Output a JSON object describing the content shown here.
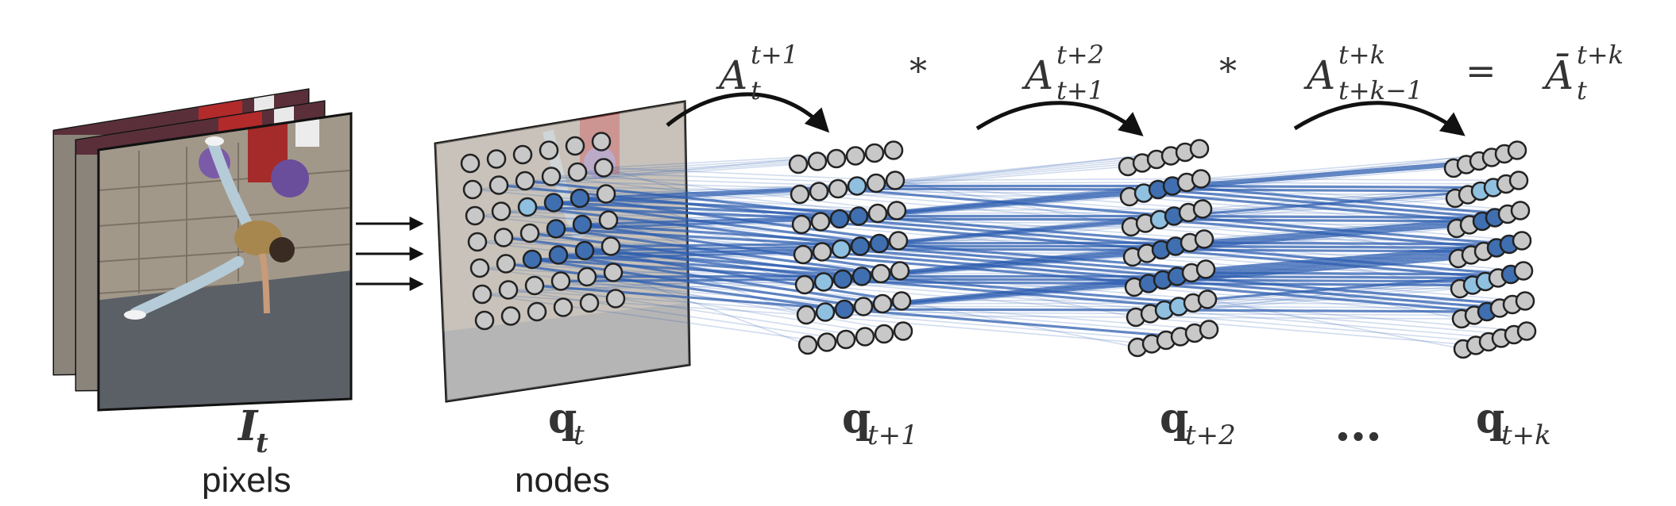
{
  "labels": {
    "frames_symbol": "I",
    "frames_sub": "t",
    "pixels": "pixels",
    "nodes": "nodes",
    "q": "q",
    "q_t_sub": "t",
    "q_t1_sub": "t+1",
    "q_t2_sub": "t+2",
    "q_tk_sub": "t+k",
    "ellipsis": "…"
  },
  "equation": {
    "A": "A",
    "Abar": "Ā",
    "term1_sup": "t+1",
    "term1_sub": "t",
    "term2_sup": "t+2",
    "term2_sub": "t+1",
    "term3_sup": "t+k",
    "term3_sub": "t+k−1",
    "result_sup": "t+k",
    "result_sub": "t",
    "op1": "*",
    "op2": "*",
    "equals": "="
  },
  "colors": {
    "node_fill": "#c8c8c8",
    "node_stroke": "#222222",
    "active_dark": "#3f6fb0",
    "active_light": "#8fc0e0",
    "edge_blue": "#2f5fb0",
    "arrow": "#111111"
  },
  "icons": {
    "transition_arrow": "curved-arrow-icon",
    "input_arrow": "right-arrow-icon"
  },
  "grids": {
    "q_t": {
      "rows": 7,
      "cols": 6,
      "active_dark": [
        [
          2,
          3
        ],
        [
          2,
          4
        ],
        [
          3,
          3
        ],
        [
          3,
          4
        ],
        [
          4,
          2
        ],
        [
          4,
          3
        ],
        [
          4,
          4
        ]
      ],
      "active_light": [
        [
          2,
          2
        ]
      ]
    },
    "q_t1": {
      "rows": 7,
      "cols": 6,
      "active_dark": [
        [
          2,
          2
        ],
        [
          2,
          3
        ],
        [
          3,
          3
        ],
        [
          3,
          4
        ],
        [
          4,
          2
        ],
        [
          4,
          3
        ],
        [
          5,
          2
        ]
      ],
      "active_light": [
        [
          1,
          3
        ],
        [
          3,
          2
        ],
        [
          4,
          1
        ],
        [
          5,
          1
        ]
      ]
    },
    "q_t2": {
      "rows": 7,
      "cols": 6,
      "active_dark": [
        [
          1,
          2
        ],
        [
          1,
          3
        ],
        [
          2,
          3
        ],
        [
          3,
          2
        ],
        [
          3,
          3
        ],
        [
          4,
          1
        ],
        [
          4,
          2
        ],
        [
          4,
          3
        ]
      ],
      "active_light": [
        [
          1,
          1
        ],
        [
          2,
          2
        ],
        [
          5,
          2
        ],
        [
          5,
          3
        ]
      ]
    },
    "q_tk": {
      "rows": 7,
      "cols": 6,
      "active_dark": [
        [
          2,
          2
        ],
        [
          2,
          3
        ],
        [
          3,
          3
        ],
        [
          3,
          4
        ],
        [
          4,
          4
        ],
        [
          5,
          2
        ]
      ],
      "active_light": [
        [
          1,
          2
        ],
        [
          1,
          3
        ],
        [
          4,
          1
        ],
        [
          4,
          2
        ]
      ]
    }
  }
}
